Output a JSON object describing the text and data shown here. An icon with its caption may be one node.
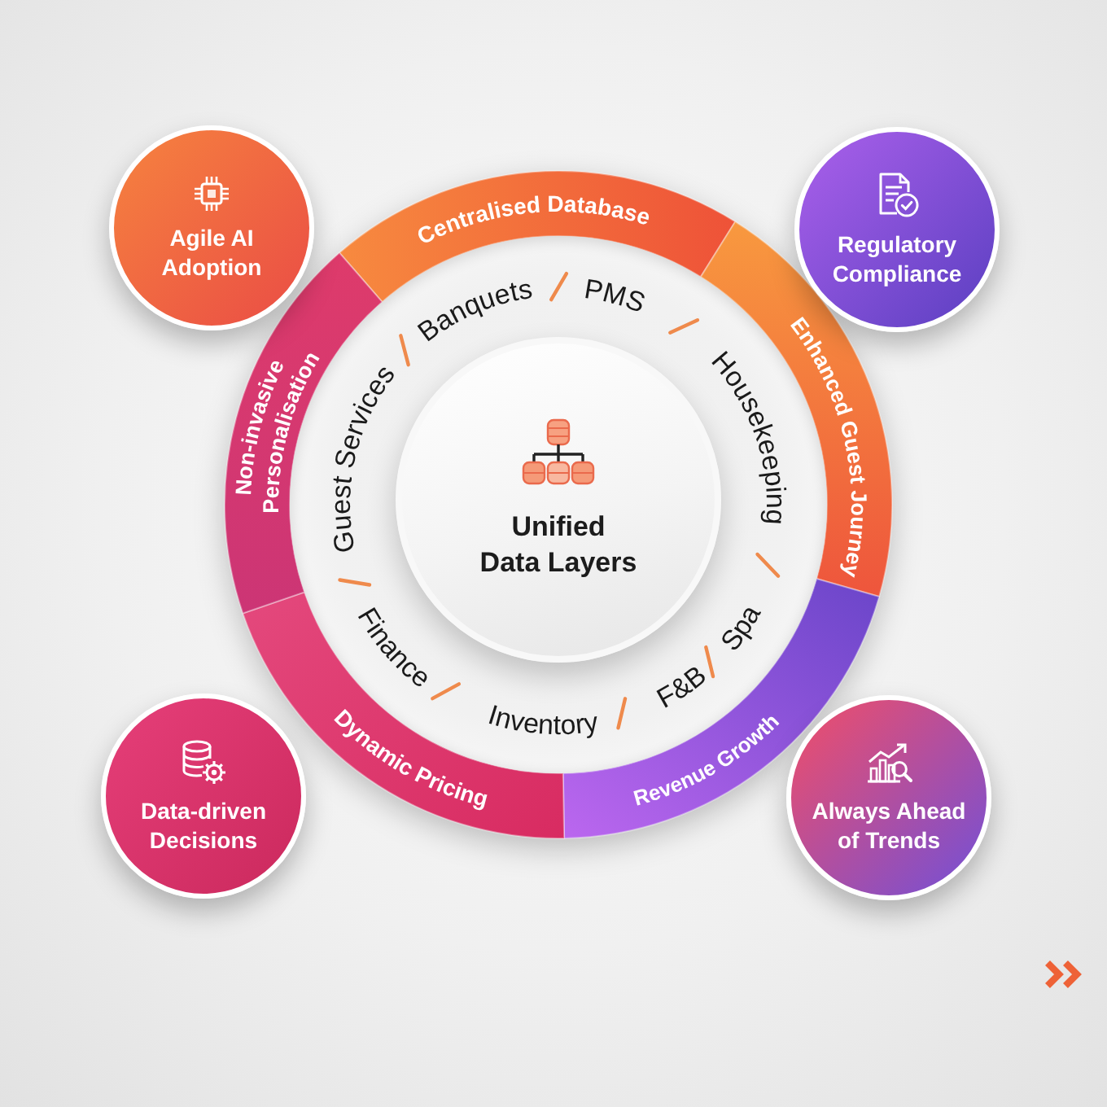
{
  "diagram": {
    "nodes": [
      {
        "text": [
          "Agile AI Adoption"
        ]
      },
      {
        "text": [
          "Regulatory Compliance"
        ]
      },
      {
        "text": [
          "Centralised Database"
        ]
      },
      {
        "text": [
          "Enhanced Guest Journey"
        ]
      },
      {
        "text": [
          "Revenue Growth"
        ]
      },
      {
        "text": [
          "Dynamic Pricing"
        ]
      },
      {
        "text": [
          "Non-invasive Personalisation"
        ]
      },
      {
        "text": [
          "Guest Services",
          "Banquets",
          "PMS",
          "Housekeeping",
          "Spa",
          "F&B",
          "Inventory",
          "Finance"
        ]
      },
      {
        "text": [
          "Unified Data Layers"
        ],
        "in": 7
      },
      {
        "text": [
          "Data-driven Decisions"
        ]
      },
      {
        "text": [
          "Always Ahead of Trends"
        ]
      }
    ]
  }
}
